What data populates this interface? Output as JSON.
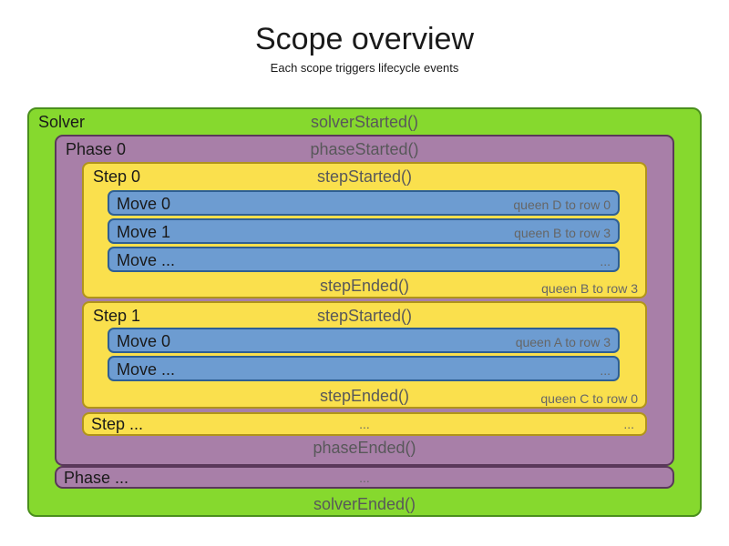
{
  "title": "Scope overview",
  "subtitle": "Each scope triggers lifecycle events",
  "colors": {
    "solver_fill": "#86D92E",
    "solver_border": "#4A8F1D",
    "phase_fill": "#A87FA8",
    "phase_border": "#5A385A",
    "step_fill": "#FAE04D",
    "step_border": "#B0941A",
    "move_fill": "#6D9CD1",
    "move_border": "#2E5F94",
    "event_text": "#58585A",
    "detail_text": "#666666"
  },
  "solver": {
    "label": "Solver",
    "started": "solverStarted()",
    "ended": "solverEnded()",
    "phases": [
      {
        "label": "Phase 0",
        "started": "phaseStarted()",
        "ended": "phaseEnded()",
        "steps": [
          {
            "label": "Step 0",
            "started": "stepStarted()",
            "ended": "stepEnded()",
            "ended_detail": "queen B to row 3",
            "moves": [
              {
                "label": "Move 0",
                "detail": "queen D to row 0"
              },
              {
                "label": "Move 1",
                "detail": "queen B to row 3"
              },
              {
                "label": "Move ...",
                "detail": "..."
              }
            ]
          },
          {
            "label": "Step 1",
            "started": "stepStarted()",
            "ended": "stepEnded()",
            "ended_detail": "queen C to row 0",
            "moves": [
              {
                "label": "Move 0",
                "detail": "queen A to row 3"
              },
              {
                "label": "Move ...",
                "detail": "..."
              }
            ]
          }
        ],
        "more_steps": {
          "label": "Step ...",
          "center": "...",
          "right": "..."
        }
      }
    ],
    "more_phases": {
      "label": "Phase ...",
      "center": "..."
    }
  }
}
